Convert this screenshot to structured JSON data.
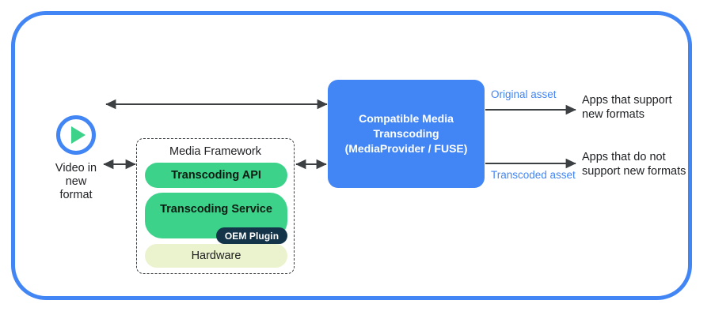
{
  "frame": {
    "border_color": "#4285f4"
  },
  "source": {
    "icon": "play-circle-icon",
    "icon_ring_color": "#4285f4",
    "icon_triangle_color": "#3cd28a",
    "label": "Video in\nnew\nformat"
  },
  "media_framework": {
    "title": "Media Framework",
    "boxes": [
      {
        "label": "Transcoding API",
        "color": "#3cd28a"
      },
      {
        "label": "Transcoding Service",
        "color": "#3cd28a"
      },
      {
        "label": "Hardware",
        "color": "#eaf3ce"
      }
    ],
    "badge": {
      "label": "OEM Plugin",
      "color": "#133449"
    }
  },
  "cmt": {
    "label": "Compatible Media\nTranscoding\n(MediaProvider / FUSE)",
    "color": "#4285f4"
  },
  "outputs": {
    "original_asset_label": "Original asset",
    "transcoded_asset_label": "Transcoded asset",
    "apps_support_label": "Apps that support\nnew formats",
    "apps_no_support_label": "Apps that do not\nsupport new formats",
    "asset_label_color": "#4285f4"
  },
  "arrows": {
    "source_to_framework": "bidirectional",
    "framework_to_cmt": "bidirectional",
    "source_to_cmt_top": "bidirectional",
    "cmt_to_apps_support": "unidirectional",
    "cmt_to_apps_no_support": "unidirectional",
    "color": "#3c4043"
  }
}
